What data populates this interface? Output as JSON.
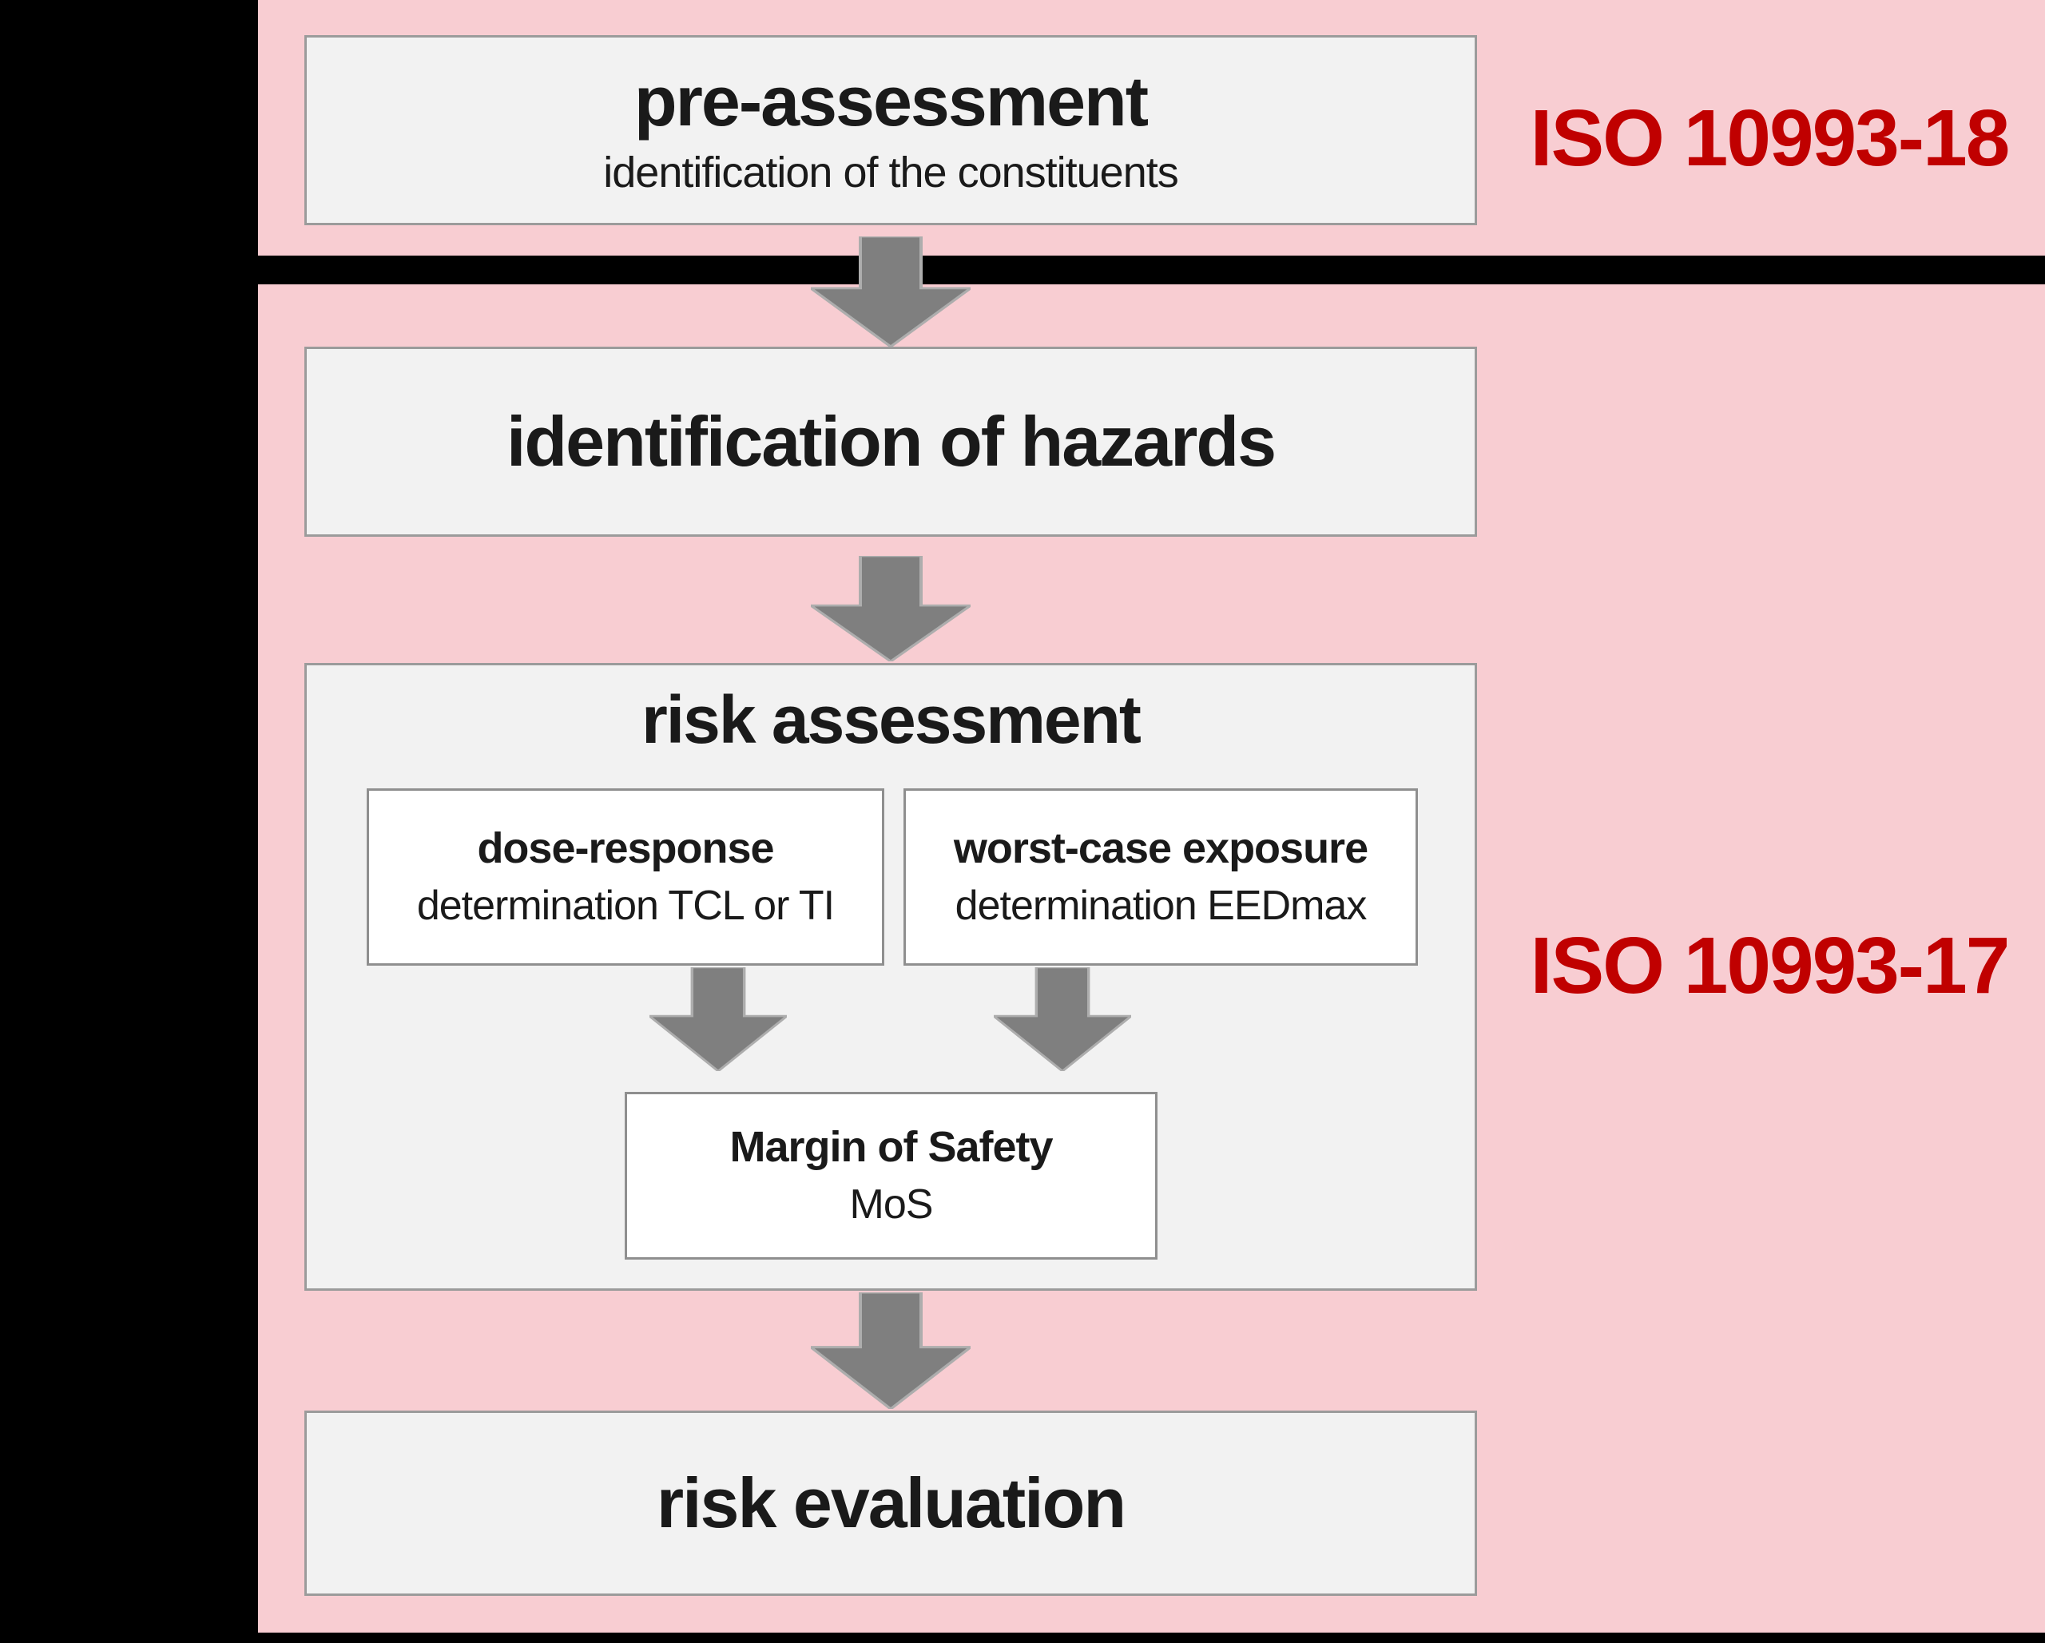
{
  "diagram": {
    "standards": {
      "iso_18": "ISO 10993-18",
      "iso_17": "ISO 10993-17"
    },
    "nodes": {
      "pre_assessment": {
        "title": "pre-assessment",
        "subtitle": "identification of the constituents"
      },
      "identification_of_hazards": {
        "title": "identification of hazards"
      },
      "risk_assessment": {
        "title": "risk assessment"
      },
      "dose_response": {
        "title": "dose-response",
        "subtitle": "determination TCL or TI"
      },
      "worst_case_exposure": {
        "title": "worst-case exposure",
        "subtitle": "determination EEDmax"
      },
      "margin_of_safety": {
        "title": "Margin of Safety",
        "subtitle": "MoS"
      },
      "risk_evaluation": {
        "title": "risk evaluation"
      }
    },
    "colors": {
      "background": "#000000",
      "band_pink": "#f8cdd2",
      "node_fill": "#f2f2f2",
      "node_border": "#9b9b9b",
      "inner_node_fill": "#ffffff",
      "arrow_gray": "#7f7f7f",
      "iso_red": "#c00000",
      "text": "#1a1a1a"
    }
  }
}
